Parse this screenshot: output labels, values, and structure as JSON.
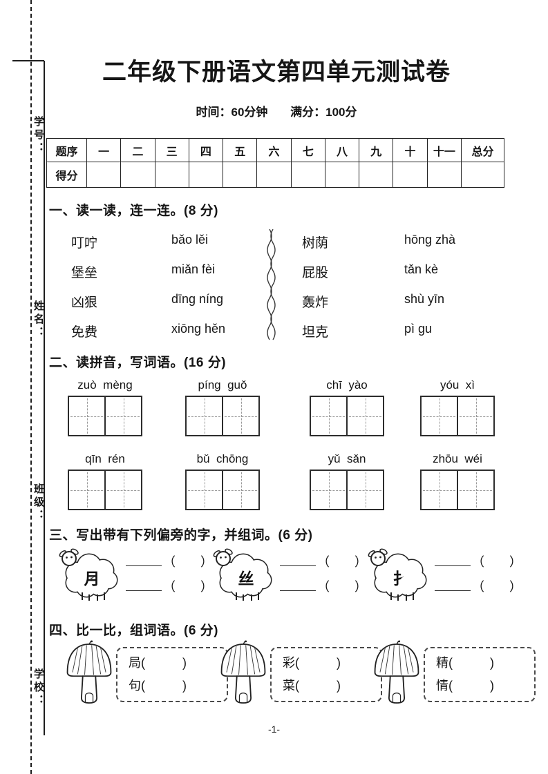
{
  "page": {
    "title": "二年级下册语文第四单元测试卷",
    "time_label": "时间：60分钟",
    "score_label": "满分：100分",
    "page_number": "-1-"
  },
  "margin_labels": {
    "student_id": "学号：",
    "name": "姓名：",
    "class": "班级：",
    "school": "学校："
  },
  "score_table": {
    "headers": [
      "题序",
      "一",
      "二",
      "三",
      "四",
      "五",
      "六",
      "七",
      "八",
      "九",
      "十",
      "十一",
      "总分"
    ],
    "score_row_label": "得分"
  },
  "section1": {
    "heading": "一、读一读，连一连。(8 分)",
    "left_words": [
      "叮咛",
      "堡垒",
      "凶狠",
      "免费"
    ],
    "left_pinyin": [
      "bǎo lěi",
      "miǎn fèi",
      "dīng níng",
      "xiōng hěn"
    ],
    "right_words": [
      "树荫",
      "屁股",
      "轰炸",
      "坦克"
    ],
    "right_pinyin": [
      "hōng zhà",
      "tǎn kè",
      "shù yīn",
      "pì gu"
    ]
  },
  "section2": {
    "heading": "二、读拼音，写词语。(16 分)",
    "pinyin_row1": [
      "zuò  mèng",
      "píng  guǒ",
      "chī  yào",
      "yóu  xì"
    ],
    "pinyin_row2": [
      "qīn  rén",
      "bǔ  chōng",
      "yǔ  sǎn",
      "zhōu  wéi"
    ]
  },
  "section3": {
    "heading": "三、写出带有下列偏旁的字，并组词。(6 分)",
    "radicals": [
      "月",
      "丝",
      "扌"
    ],
    "blank_parens": "（　　）"
  },
  "section4": {
    "heading": "四、比一比，组词语。(6 分)",
    "items": [
      {
        "top": "局(　　　)",
        "bottom": "句(　　　)"
      },
      {
        "top": "彩(　　　)",
        "bottom": "菜(　　　)"
      },
      {
        "top": "精(　　　)",
        "bottom": "情(　　　)"
      }
    ]
  }
}
